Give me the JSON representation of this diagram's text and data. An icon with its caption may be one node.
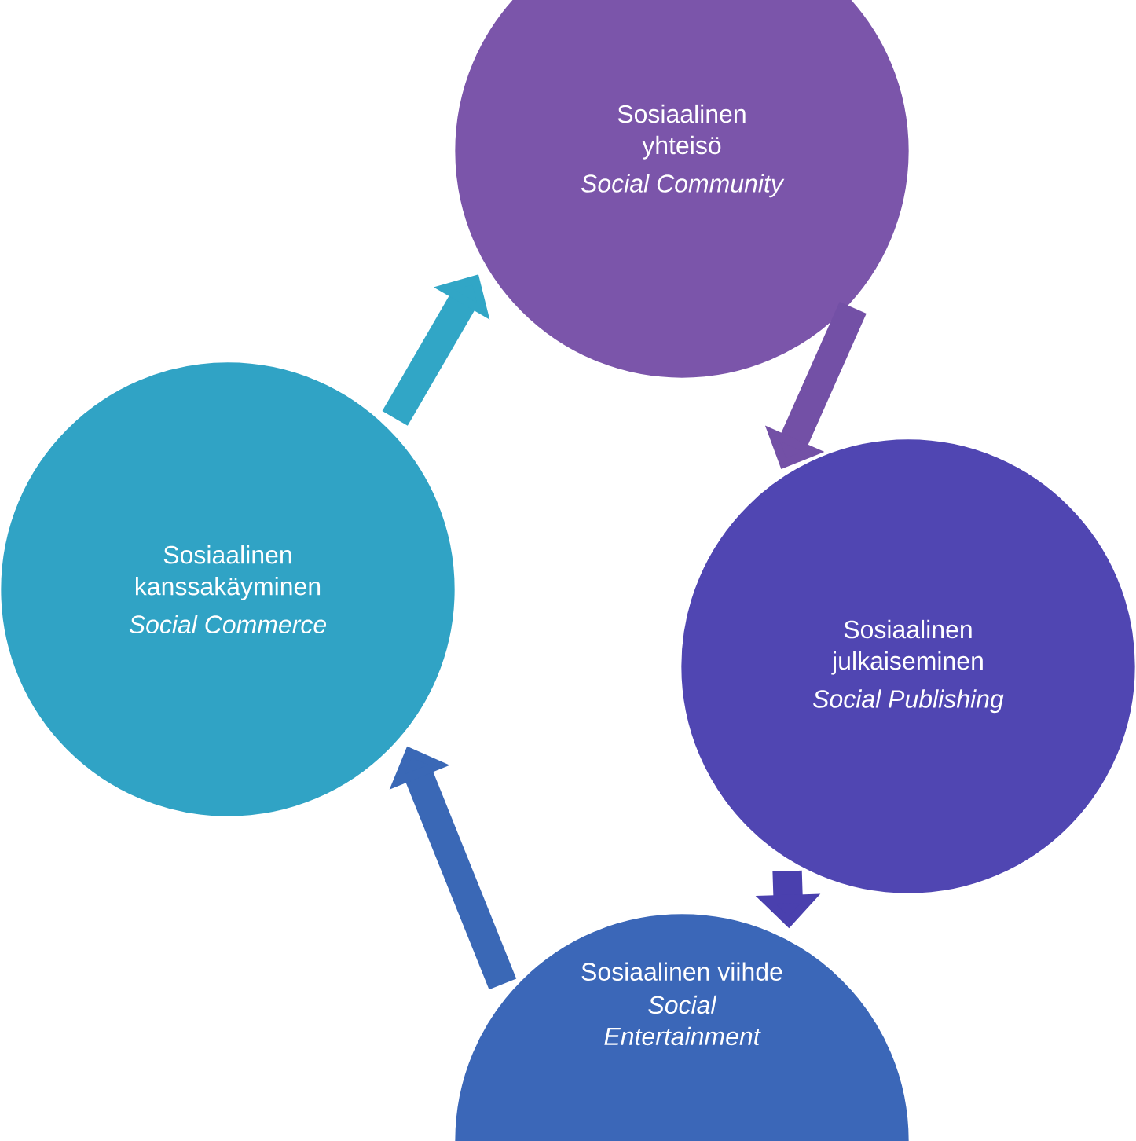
{
  "diagram": {
    "nodes": [
      {
        "text": [
          "Sosiaalinen yhteisö",
          "Social Community"
        ]
      },
      {
        "text": [
          "Sosiaalinen julkaiseminen",
          "Social Publishing"
        ]
      },
      {
        "text": [
          "Sosiaalinen viihde",
          "Social Entertainment"
        ]
      },
      {
        "text": [
          "Sosiaalinen kanssakäyminen",
          "Social Commerce"
        ]
      }
    ],
    "edges": [
      {
        "from": 0,
        "to": 1,
        "arrow": "to",
        "color": "#7350a6"
      },
      {
        "from": 1,
        "to": 2,
        "arrow": "to",
        "color": "#4a40ae"
      },
      {
        "from": 2,
        "to": 3,
        "arrow": "to",
        "color": "#3a68b6"
      },
      {
        "from": 3,
        "to": 0,
        "arrow": "to",
        "color": "#31a6c6"
      }
    ]
  }
}
